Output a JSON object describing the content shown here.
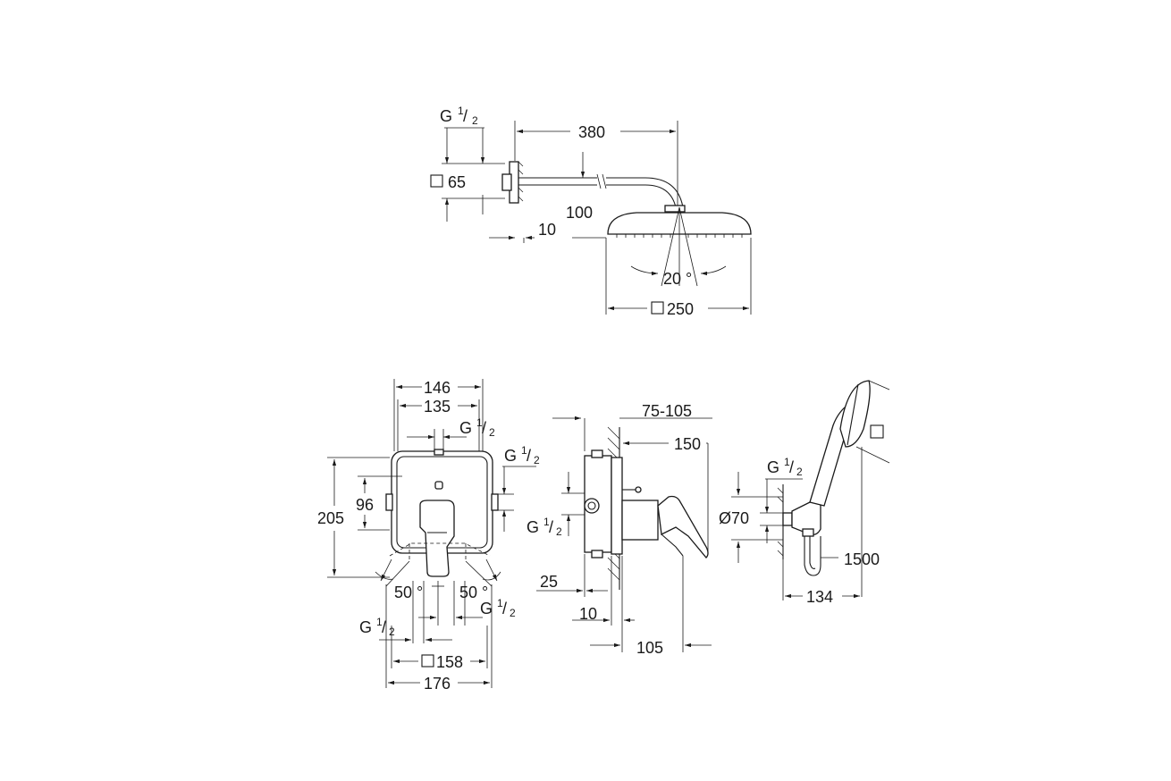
{
  "shower_head_view": {
    "thread_label": "G",
    "thread_num": "1",
    "thread_den": "2",
    "arm_length": "380",
    "flange_size": "65",
    "drop": "100",
    "wall_offset": "10",
    "spray_angle": "20 °",
    "head_size": "250"
  },
  "mixer_front_view": {
    "width_outer": "146",
    "width_inner": "135",
    "thread_top_label": "G",
    "thread_top_num": "1",
    "thread_top_den": "2",
    "thread_right_label": "G",
    "thread_right_num": "1",
    "thread_right_den": "2",
    "height": "205",
    "offset": "96",
    "angle_left": "50 °",
    "angle_right": "50 °",
    "thread_bottom_left_label": "G",
    "thread_bottom_left_num": "1",
    "thread_bottom_left_den": "2",
    "thread_bottom_right_label": "G",
    "thread_bottom_right_num": "1",
    "thread_bottom_right_den": "2",
    "plate_size": "158",
    "overall_width": "176"
  },
  "mixer_side_view": {
    "install_depth": "75-105",
    "projection": "150",
    "thread_label": "G",
    "thread_num": "1",
    "thread_den": "2",
    "gap": "25",
    "wall": "10",
    "lever_depth": "105"
  },
  "hand_shower_view": {
    "thread_label": "G",
    "thread_num": "1",
    "thread_den": "2",
    "flange_diameter": "Ø70",
    "hose_length": "1500",
    "projection": "134"
  }
}
